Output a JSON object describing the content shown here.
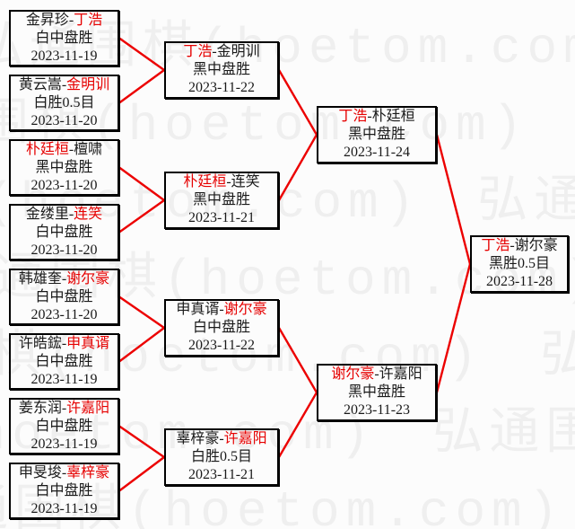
{
  "watermark": {
    "text": "弘通围棋(hoetom.com)"
  },
  "colors": {
    "winner_text": "#e60000",
    "connector": "#ec0000",
    "box_border": "#000000",
    "background": "#fcfcfc",
    "watermark": "#efefef",
    "normal_text": "#1a1a1a"
  },
  "rounds": [
    {
      "name": "round-of-16",
      "matches": [
        {
          "p1": "金昇珍",
          "p2": "丁浩",
          "winner": 2,
          "result": "白中盘胜",
          "date": "2023-11-19"
        },
        {
          "p1": "黄云嵩",
          "p2": "金明训",
          "winner": 2,
          "result": "白胜0.5目",
          "date": "2023-11-20"
        },
        {
          "p1": "朴廷桓",
          "p2": "檀啸",
          "winner": 1,
          "result": "黑中盘胜",
          "date": "2023-11-20"
        },
        {
          "p1": "金缕里",
          "p2": "连笑",
          "winner": 2,
          "result": "白中盘胜",
          "date": "2023-11-20"
        },
        {
          "p1": "韩雄奎",
          "p2": "谢尔豪",
          "winner": 2,
          "result": "白中盘胜",
          "date": "2023-11-20"
        },
        {
          "p1": "许皓鋐",
          "p2": "申真谞",
          "winner": 2,
          "result": "白中盘胜",
          "date": "2023-11-19"
        },
        {
          "p1": "姜东润",
          "p2": "许嘉阳",
          "winner": 2,
          "result": "白中盘胜",
          "date": "2023-11-19"
        },
        {
          "p1": "申旻埈",
          "p2": "辜梓豪",
          "winner": 2,
          "result": "白中盘胜",
          "date": "2023-11-19"
        }
      ]
    },
    {
      "name": "quarterfinals",
      "matches": [
        {
          "p1": "丁浩",
          "p2": "金明训",
          "winner": 1,
          "result": "黑中盘胜",
          "date": "2023-11-22"
        },
        {
          "p1": "朴廷桓",
          "p2": "连笑",
          "winner": 1,
          "result": "黑中盘胜",
          "date": "2023-11-21"
        },
        {
          "p1": "申真谞",
          "p2": "谢尔豪",
          "winner": 2,
          "result": "白中盘胜",
          "date": "2023-11-22"
        },
        {
          "p1": "辜梓豪",
          "p2": "许嘉阳",
          "winner": 2,
          "result": "白胜0.5目",
          "date": "2023-11-21"
        }
      ]
    },
    {
      "name": "semifinals",
      "matches": [
        {
          "p1": "丁浩",
          "p2": "朴廷桓",
          "winner": 1,
          "result": "黑中盘胜",
          "date": "2023-11-24"
        },
        {
          "p1": "谢尔豪",
          "p2": "许嘉阳",
          "winner": 1,
          "result": "黑中盘胜",
          "date": "2023-11-23"
        }
      ]
    },
    {
      "name": "final",
      "matches": [
        {
          "p1": "丁浩",
          "p2": "谢尔豪",
          "winner": 1,
          "result": "黑胜0.5目",
          "date": "2023-11-28"
        }
      ]
    }
  ]
}
